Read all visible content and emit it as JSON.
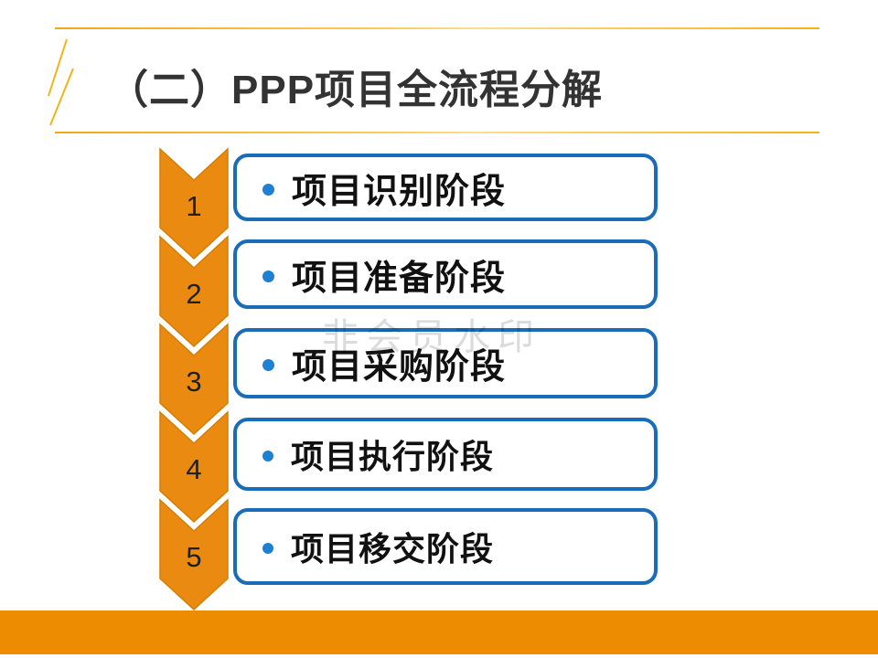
{
  "slide": {
    "title": "（二）PPP项目全流程分解",
    "watermark": "非会员水印",
    "steps": [
      {
        "number": "1",
        "label": "项目识别阶段"
      },
      {
        "number": "2",
        "label": "项目准备阶段"
      },
      {
        "number": "3",
        "label": "项目采购阶段"
      },
      {
        "number": "4",
        "label": "项目执行阶段"
      },
      {
        "number": "5",
        "label": "项目移交阶段"
      }
    ],
    "colors": {
      "chevron_orange": "#EB8A10",
      "footer_bar_orange": "#EE8C00",
      "box_border_blue": "#1B6CB8",
      "bullet_blue": "#1E80D0",
      "gold_rule": "#F2B413",
      "title_text": "#333333",
      "watermark_gray": "#DCDCDC"
    }
  }
}
